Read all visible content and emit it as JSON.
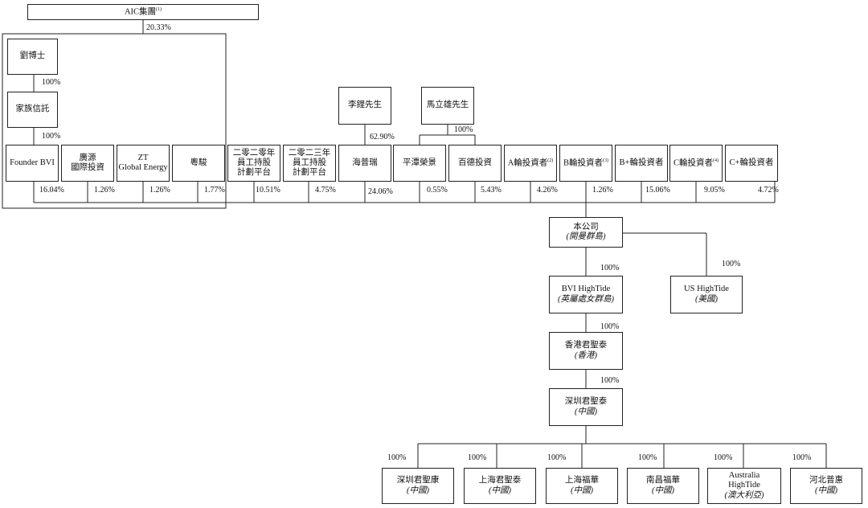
{
  "nodes": {
    "aic": {
      "label": "AIC集團",
      "note": "(1)"
    },
    "dr_liu": {
      "label": "劉博士"
    },
    "family_trust": {
      "label": "家族信託"
    },
    "founder_bvi": {
      "label": "Founder BVI"
    },
    "guangyuan": {
      "line1": "廣源",
      "line2": "國際投資"
    },
    "zt": {
      "line1": "ZT",
      "line2": "Global Energy"
    },
    "yuejun": {
      "label": "粵駿"
    },
    "esop_2020": {
      "line1": "二零二零年",
      "line2": "員工持股",
      "line3": "計劃平台"
    },
    "esop_2023": {
      "line1": "二零二三年",
      "line2": "員工持股",
      "line3": "計劃平台"
    },
    "li": {
      "label": "李鋰先生"
    },
    "ma": {
      "label": "馬立雄先生"
    },
    "haipurui": {
      "label": "海普瑞"
    },
    "pingyuan": {
      "label": "平潭榮景"
    },
    "baide": {
      "label": "百德投資"
    },
    "a_inv": {
      "label": "A輪投資者",
      "note": "(2)"
    },
    "b_inv": {
      "label": "B輪投資者",
      "note": "(3)"
    },
    "bplus_inv": {
      "label": "B+輪投資者"
    },
    "c_inv": {
      "label": "C輪投資者",
      "note": "(4)"
    },
    "cplus_inv": {
      "label": "C+輪投資者"
    },
    "company": {
      "label": "本公司",
      "sub": "(開曼群島)"
    },
    "bvi_hightide": {
      "label": "BVI HighTide",
      "sub": "(英屬處女群島)"
    },
    "us_hightide": {
      "label": "US HighTide",
      "sub": "(美國)"
    },
    "hk_junshengtai": {
      "label": "香港君聖泰",
      "sub": "(香港)"
    },
    "sz_junshengtai": {
      "label": "深圳君聖泰",
      "sub": "(中國)"
    },
    "sz_junshengkang": {
      "label": "深圳君聖康",
      "sub": "(中國)"
    },
    "sh_junshengtai": {
      "label": "上海君聖泰",
      "sub": "(中國)"
    },
    "sh_fuhua": {
      "label": "上海福華",
      "sub": "(中國)"
    },
    "nc_fuhua": {
      "label": "南昌福華",
      "sub": "(中國)"
    },
    "au_hightide": {
      "line1": "Australia",
      "line2": "HighTide",
      "sub": "(澳大利亞)"
    },
    "hb_puhui": {
      "label": "河北普惠",
      "sub": "(中國)"
    }
  },
  "percentages": {
    "aic_share": "20.33%",
    "dr_liu_family": "100%",
    "family_founder": "100%",
    "li_haipurui": "62.90%",
    "ma_sub": "100%",
    "founder_bvi": "16.04%",
    "guangyuan": "1.26%",
    "zt": "1.26%",
    "yuejun": "1.77%",
    "esop_2020": "10.51%",
    "esop_2023": "4.75%",
    "haipurui": "24.06%",
    "pingyuan": "0.55%",
    "baide": "5.43%",
    "a_inv": "4.26%",
    "b_inv": "1.26%",
    "bplus_inv": "15.06%",
    "c_inv": "9.05%",
    "cplus_inv": "4.72%",
    "company_bvi": "100%",
    "company_us": "100%",
    "bvi_hk": "100%",
    "hk_sz": "100%",
    "sz_junshengkang": "100%",
    "sz_sh_junshengtai": "100%",
    "sz_sh_fuhua": "100%",
    "sz_nc_fuhua": "100%",
    "sz_au": "100%",
    "sz_hb": "100%"
  }
}
